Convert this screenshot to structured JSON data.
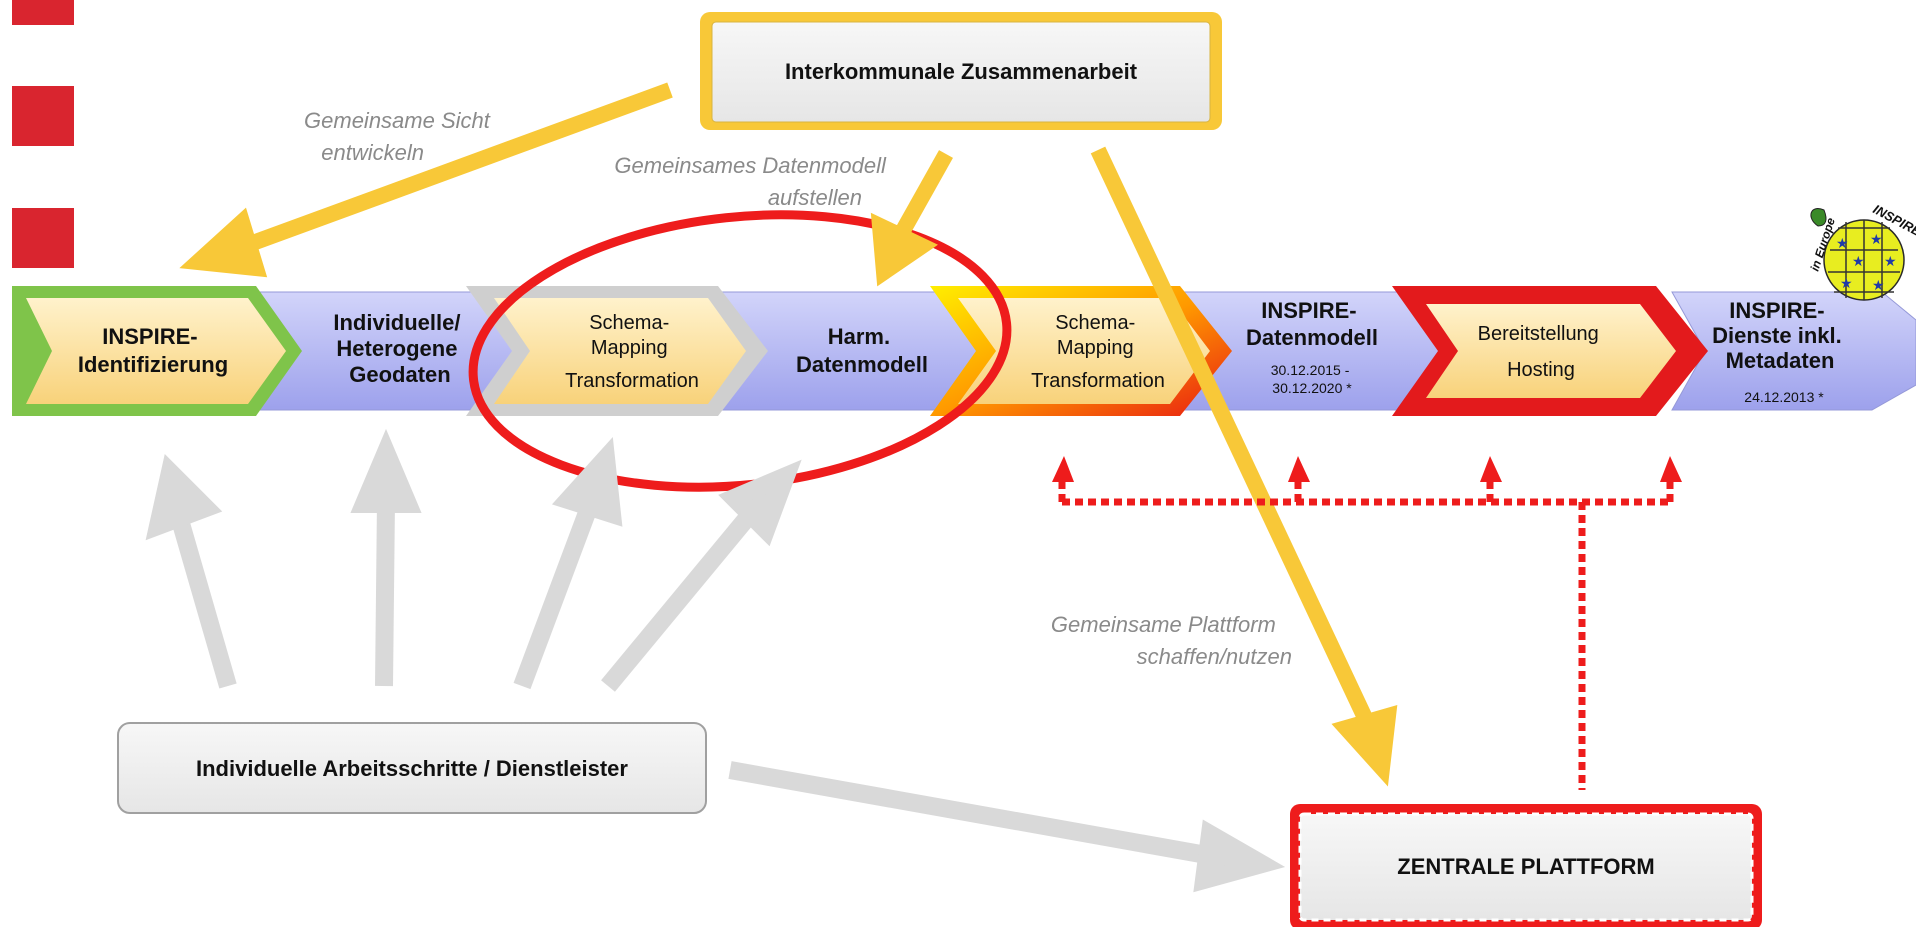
{
  "colors": {
    "accent_red": "#d9252f",
    "arrow_yellow": "#f8c838",
    "arrow_grey": "#d9d9d9",
    "chevron_blue": "#b3b6f2",
    "chevron_cream": "#fbe1a3",
    "chevron_green": "#7fc44a",
    "box_grey": "#f0f0f0",
    "label_grey": "#8a8a8a"
  },
  "top_box": {
    "label": "Interkommunale Zusammenarbeit"
  },
  "bottom_left_box": {
    "label": "Individuelle Arbeitsschritte / Dienstleister"
  },
  "platform_box": {
    "label": "ZENTRALE PLATTFORM"
  },
  "annotations": {
    "sicht_1": "Gemeinsame Sicht",
    "sicht_2": "entwickeln",
    "datenmodell_1": "Gemeinsames Datenmodell",
    "datenmodell_2": "aufstellen",
    "plattform_1": "Gemeinsame Plattform",
    "plattform_2": "schaffen/nutzen"
  },
  "process": {
    "step1": {
      "line1": "INSPIRE-",
      "line2": "Identifizierung"
    },
    "step2": {
      "line1": "Individuelle/",
      "line2": "Heterogene",
      "line3": "Geodaten"
    },
    "step3": {
      "line1": "Schema-",
      "line2": "Mapping",
      "line3": "Transformation"
    },
    "step4": {
      "line1": "Harm.",
      "line2": "Datenmodell"
    },
    "step5": {
      "line1": "Schema-",
      "line2": "Mapping",
      "line3": "Transformation"
    },
    "step6": {
      "line1": "INSPIRE-",
      "line2": "Datenmodell",
      "date1": "30.12.2015 -",
      "date2": "30.12.2020 *"
    },
    "step7": {
      "line1": "Bereitstellung",
      "line2": "Hosting"
    },
    "step8": {
      "line1": "INSPIRE-",
      "line2": "Dienste inkl.",
      "line3": "Metadaten",
      "date": "24.12.2013 *"
    }
  },
  "logo": {
    "name": "inspire-in-europe-logo",
    "text_top": "INSPIRE",
    "text_side": "in Europe"
  }
}
